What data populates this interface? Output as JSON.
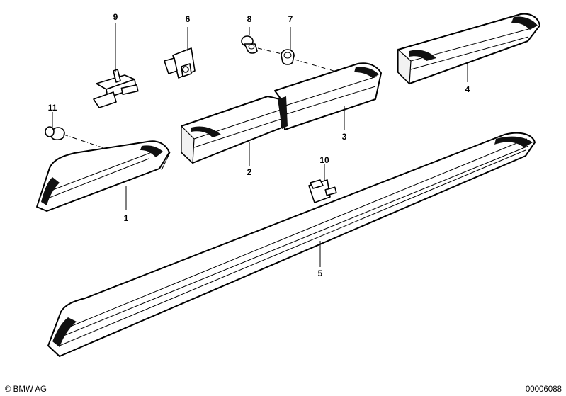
{
  "callouts": [
    {
      "id": "1",
      "label": "1"
    },
    {
      "id": "2",
      "label": "2"
    },
    {
      "id": "3",
      "label": "3"
    },
    {
      "id": "4",
      "label": "4"
    },
    {
      "id": "5",
      "label": "5"
    },
    {
      "id": "6",
      "label": "6"
    },
    {
      "id": "7",
      "label": "7"
    },
    {
      "id": "8",
      "label": "8"
    },
    {
      "id": "9",
      "label": "9"
    },
    {
      "id": "10",
      "label": "10"
    },
    {
      "id": "11",
      "label": "11"
    }
  ],
  "footer": {
    "copyright": "© BMW AG",
    "diagram_number": "00006088"
  }
}
